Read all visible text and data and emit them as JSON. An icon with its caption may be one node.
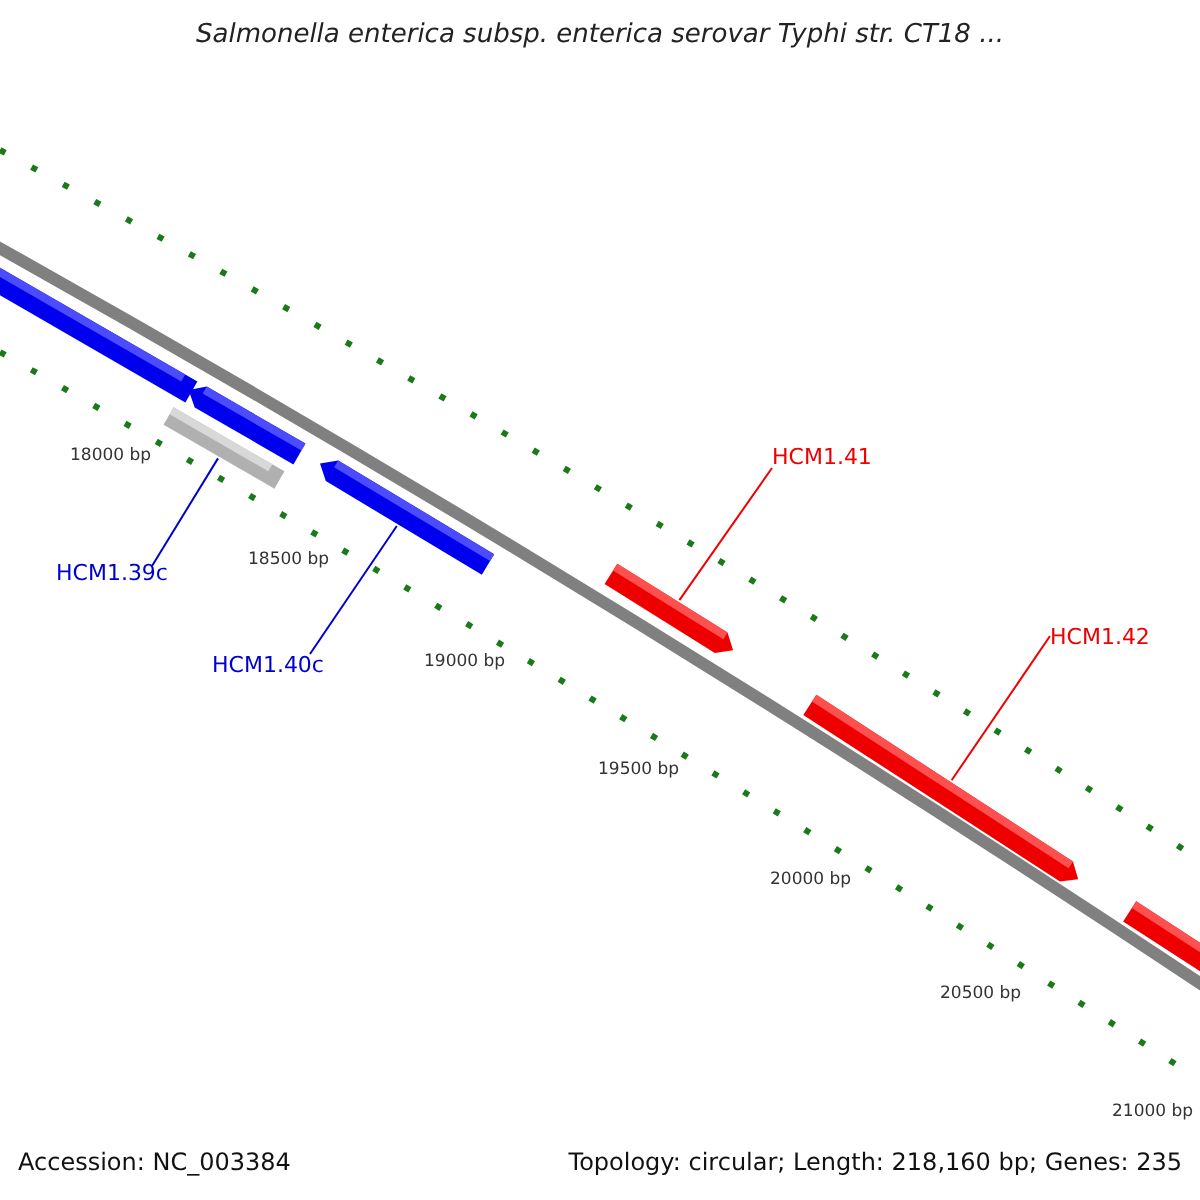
{
  "diagram": {
    "title": "Salmonella enterica subsp. enterica serovar Typhi str. CT18 ...",
    "nodes": [
      {
        "text": [],
        "shape": "arrow"
      },
      {
        "text": [],
        "shape": "arrow"
      },
      {
        "text": [],
        "shape": "bar"
      },
      {
        "text": [],
        "shape": "arrow"
      },
      {
        "text": [],
        "shape": "arrow"
      },
      {
        "text": [],
        "shape": "arrow"
      },
      {
        "text": [],
        "shape": "arrow"
      },
      {
        "text": [
          "HCM1.39c"
        ]
      },
      {
        "text": [
          "HCM1.40c"
        ]
      },
      {
        "text": [
          "HCM1.41"
        ]
      },
      {
        "text": [
          "HCM1.42"
        ]
      }
    ],
    "edges": [
      {
        "from": 7,
        "to": 2,
        "arrow": "none",
        "color": "#0000cc"
      },
      {
        "from": 8,
        "to": 3,
        "arrow": "none",
        "color": "#0000cc"
      },
      {
        "from": 9,
        "to": 4,
        "arrow": "none",
        "color": "#ee0000"
      },
      {
        "from": 10,
        "to": 5,
        "arrow": "none",
        "color": "#ee0000"
      }
    ],
    "labels": [
      "18000 bp",
      "18500 bp",
      "19000 bp",
      "19500 bp",
      "20000 bp",
      "20500 bp",
      "21000 bp",
      "Accession: NC_003384",
      "Topology: circular; Length: 218,160 bp; Genes: 235"
    ]
  }
}
